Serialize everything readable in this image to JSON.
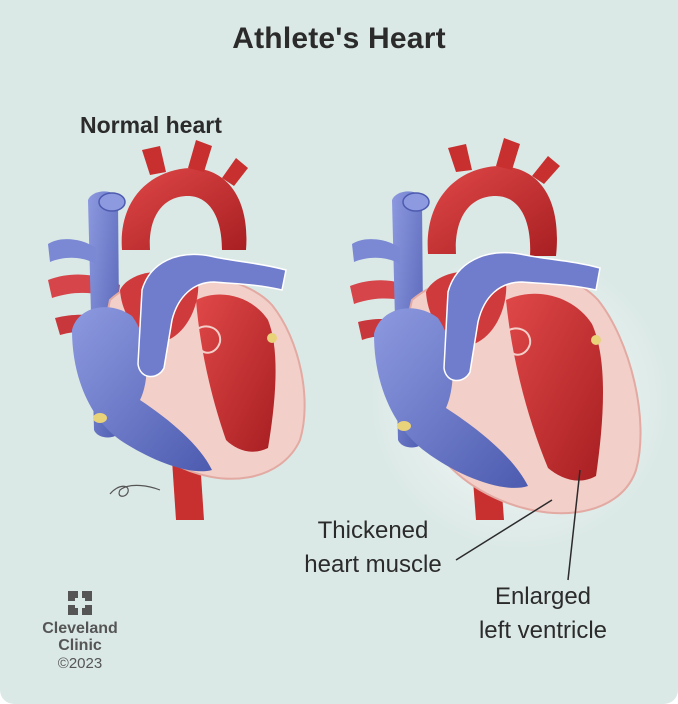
{
  "title": "Athlete's Heart",
  "normal_label": "Normal heart",
  "callouts": {
    "muscle_line1": "Thickened",
    "muscle_line2": "heart muscle",
    "ventricle_line1": "Enlarged",
    "ventricle_line2": "left ventricle"
  },
  "logo": {
    "name_line1": "Cleveland",
    "name_line2": "Clinic",
    "year": "©2023"
  },
  "colors": {
    "background": "#dbe9e6",
    "blood_red": "#c8302f",
    "vein_blue": "#6a78c8",
    "muscle_pink": "#f3cfc9",
    "text": "#2b2b2b"
  }
}
